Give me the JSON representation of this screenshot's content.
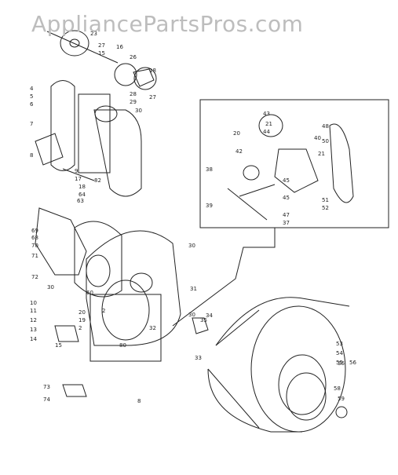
{
  "watermark": "AppliancePartsPros.com",
  "colors": {
    "ink": "#222222",
    "background": "#ffffff",
    "watermark": "#bdbdbd"
  },
  "callouts": {
    "top_assembly": [
      "23",
      "27",
      "26",
      "15",
      "16",
      "18",
      "28",
      "29",
      "30",
      "4",
      "5",
      "6",
      "7",
      "8",
      "9",
      "17",
      "18",
      "64",
      "63",
      "82",
      "27"
    ],
    "inset": [
      "43",
      "21",
      "44",
      "40",
      "20",
      "42",
      "45",
      "50",
      "21",
      "48",
      "38",
      "39",
      "45",
      "47",
      "37",
      "51",
      "52"
    ],
    "middle": [
      "30",
      "31",
      "2",
      "69",
      "68",
      "70",
      "71",
      "72",
      "30",
      "60",
      "10",
      "11",
      "12",
      "13",
      "14",
      "15",
      "20",
      "19",
      "2",
      "32",
      "80"
    ],
    "drum": [
      "30",
      "34",
      "35",
      "36",
      "33",
      "53",
      "54",
      "55",
      "56",
      "58",
      "59"
    ],
    "bottom": [
      "73",
      "74",
      "8"
    ]
  }
}
